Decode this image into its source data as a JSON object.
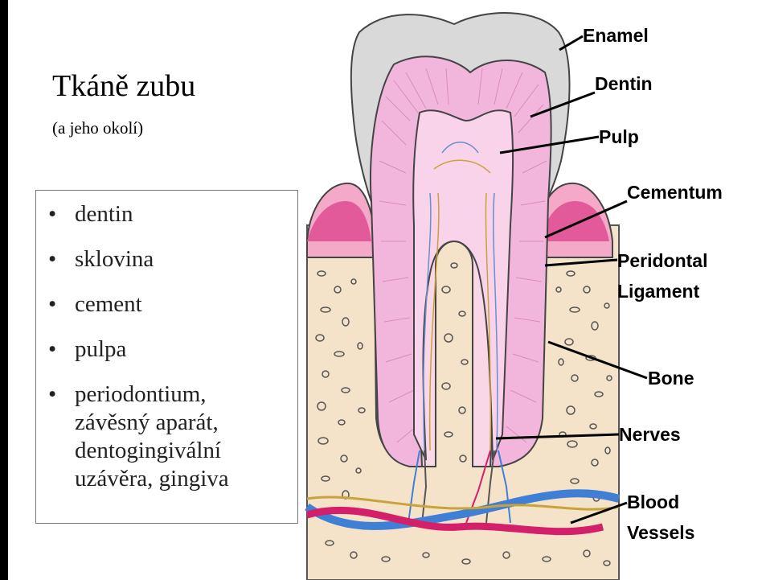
{
  "slide": {
    "title": "Tkáně zubu",
    "subtitle": "(a jeho okolí)",
    "tissues": [
      {
        "text": "dentin"
      },
      {
        "text": "sklovina"
      },
      {
        "text": "cement"
      },
      {
        "text": "pulpa"
      },
      {
        "text": "periodontium,",
        "lines": [
          "periodontium,",
          "závěsný aparát,",
          "dentogingivální",
          "uzávěra, gingiva"
        ]
      }
    ]
  },
  "diagram": {
    "labels": {
      "enamel": "Enamel",
      "dentin": "Dentin",
      "pulp": "Pulp",
      "cementum": "Cementum",
      "periodontal_1": "Peridontal",
      "periodontal_2": "Ligament",
      "bone": "Bone",
      "nerves": "Nerves",
      "blood_1": "Blood",
      "blood_2": "Vessels"
    },
    "colors": {
      "enamel": "#d9d9d9",
      "dentin": "#f2b6dc",
      "pulp": "#f8d3ea",
      "gum": "#e25a9a",
      "bone": "#f4e3c8",
      "vein": "#3f7fd6",
      "artery": "#d4206a",
      "nerve": "#c9a33a"
    }
  }
}
